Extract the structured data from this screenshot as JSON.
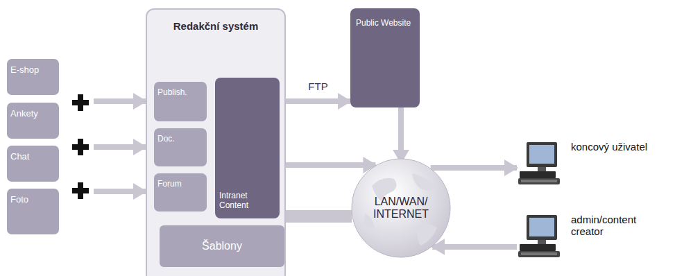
{
  "diagram": {
    "nodes": [
      {
        "text": [
          "E-shop"
        ]
      },
      {
        "text": [
          "Ankety"
        ]
      },
      {
        "text": [
          "Chat"
        ]
      },
      {
        "text": [
          "Foto"
        ]
      },
      {
        "text": [
          "Redakční systém"
        ]
      },
      {
        "text": [
          "Publish."
        ],
        "in": 4
      },
      {
        "text": [
          "Doc."
        ],
        "in": 4
      },
      {
        "text": [
          "Forum"
        ],
        "in": 4
      },
      {
        "text": [
          "Intranet Content"
        ],
        "in": 4
      },
      {
        "text": [
          "Šablony"
        ],
        "in": 4
      },
      {
        "text": [
          "Public Website"
        ]
      },
      {
        "text": [
          "LAN/WAN/ INTERNET"
        ]
      },
      {
        "text": [
          "koncový uživatel"
        ]
      },
      {
        "text": [
          "admin/content creator"
        ]
      }
    ],
    "edges": [
      {
        "from": 0,
        "to": 4,
        "arrow": "to"
      },
      {
        "from": 1,
        "to": 4,
        "arrow": "to"
      },
      {
        "from": 2,
        "to": 4,
        "arrow": "to"
      },
      {
        "from": 4,
        "to": 10,
        "label": "FTP",
        "arrow": "to"
      },
      {
        "from": 10,
        "to": 11,
        "arrow": "to"
      },
      {
        "from": 4,
        "to": 11,
        "arrow": "to"
      },
      {
        "from": 4,
        "to": 11,
        "arrow": "none"
      },
      {
        "from": 11,
        "to": 12,
        "arrow": "to"
      },
      {
        "from": 13,
        "to": 11,
        "arrow": "to"
      }
    ]
  }
}
